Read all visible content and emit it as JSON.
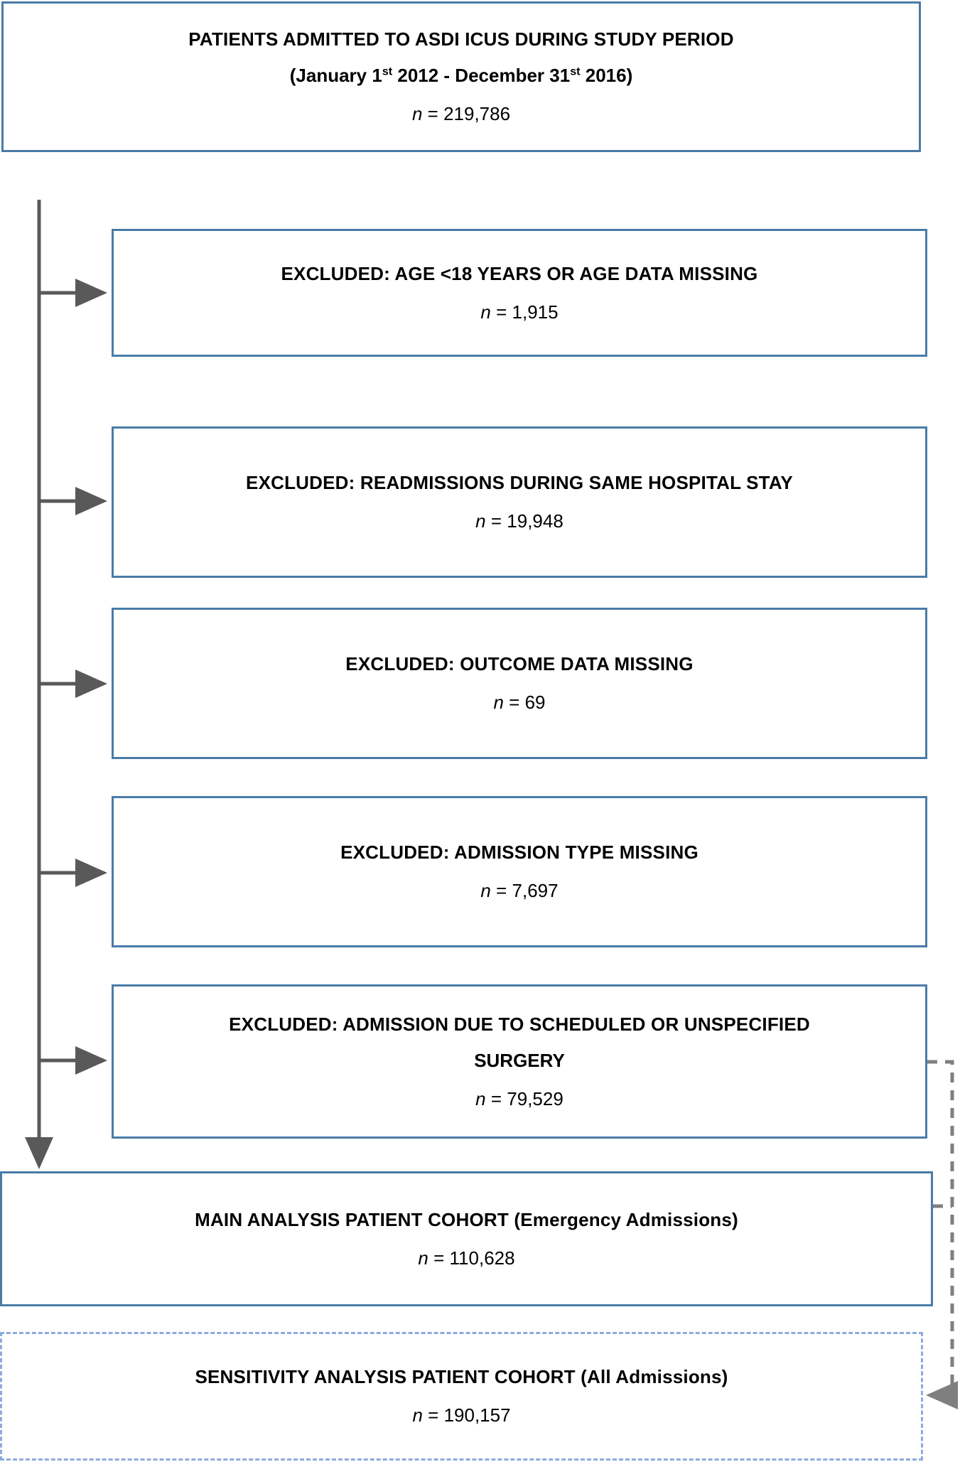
{
  "diagram": {
    "type": "flowchart",
    "title_box": {
      "line1": "PATIENTS ADMITTED TO ASDI ICUS DURING STUDY PERIOD",
      "line2_prefix": "(January 1",
      "line2_sup1": "st",
      "line2_mid": " 2012 - December 31",
      "line2_sup2": "st",
      "line2_suffix": " 2016)",
      "n_label": "n",
      "n_equals": " = ",
      "n_value": "219,786"
    },
    "exclusions": [
      {
        "label": "EXCLUDED: AGE <18 YEARS OR AGE DATA MISSING",
        "label2": "",
        "n_label": "n",
        "n_equals": " = ",
        "n_value": "1,915"
      },
      {
        "label": "EXCLUDED: READMISSIONS DURING SAME HOSPITAL STAY",
        "label2": "",
        "n_label": "n",
        "n_equals": " = ",
        "n_value": "19,948"
      },
      {
        "label": "EXCLUDED: OUTCOME DATA MISSING",
        "label2": "",
        "n_label": "n",
        "n_equals": " = ",
        "n_value": "69"
      },
      {
        "label": "EXCLUDED: ADMISSION TYPE MISSING",
        "label2": "",
        "n_label": "n",
        "n_equals": " = ",
        "n_value": "7,697"
      },
      {
        "label": "EXCLUDED: ADMISSION DUE TO SCHEDULED OR UNSPECIFIED",
        "label2": "SURGERY",
        "n_label": "n",
        "n_equals": " = ",
        "n_value": "79,529"
      }
    ],
    "main_cohort": {
      "label": "MAIN ANALYSIS PATIENT COHORT (Emergency Admissions)",
      "n_label": "n",
      "n_equals": " = ",
      "n_value": "110,628"
    },
    "sensitivity_cohort": {
      "label": "SENSITIVITY ANALYSIS PATIENT COHORT (All Admissions)",
      "n_label": "n",
      "n_equals": " = ",
      "n_value": "190,157"
    },
    "colors": {
      "box_border": "#4A7BA7",
      "dashed_box_border": "#8FAADC",
      "connector": "#595959",
      "dashed_connector": "#7F7F7F",
      "text": "#000000",
      "background": "#FFFFFF"
    }
  }
}
